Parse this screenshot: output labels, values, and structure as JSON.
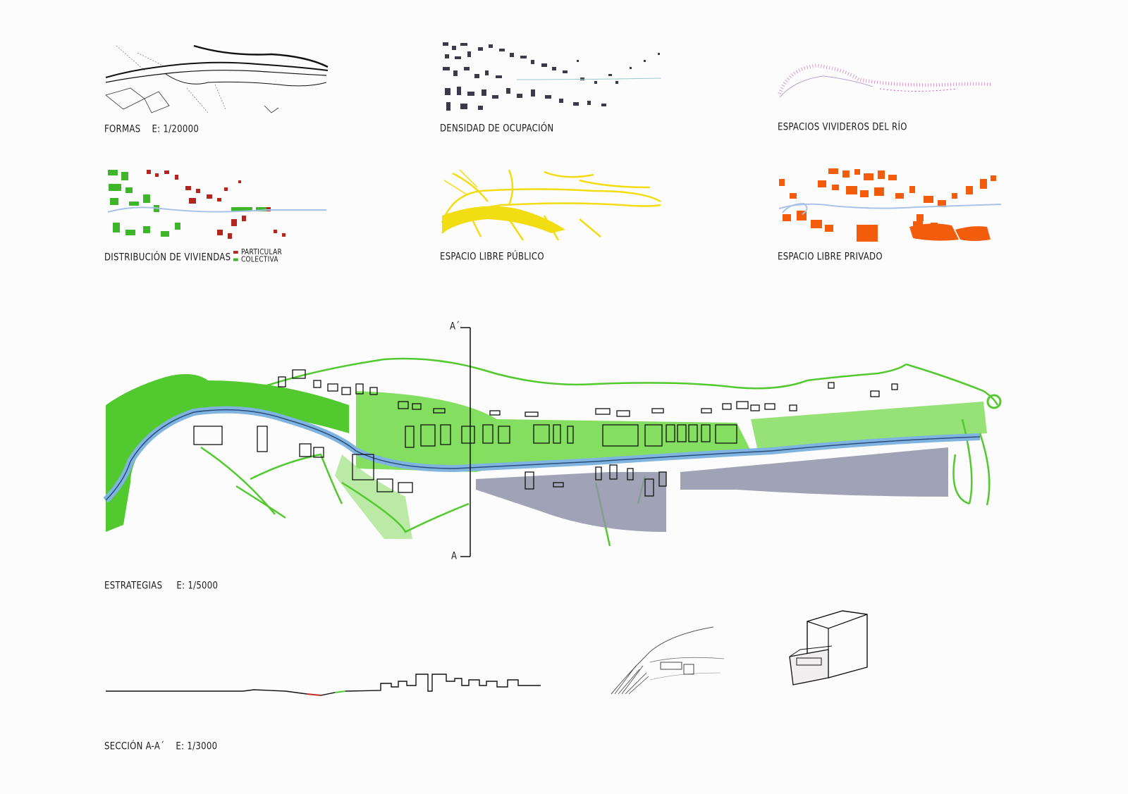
{
  "panels": {
    "formas": {
      "title": "FORMAS",
      "scale": "E: 1/20000"
    },
    "densidad": {
      "title": "DENSIDAD DE OCUPACIÓN"
    },
    "espacios_rio": {
      "title": "ESPACIOS VIVIDEROS DEL RÍO"
    },
    "viviendas": {
      "title": "DISTRIBUCIÓN DE VIVIENDAS",
      "legend": [
        {
          "label": "PARTICULAR",
          "color": "#b3261e"
        },
        {
          "label": "COLECTIVA",
          "color": "#3fb52a"
        }
      ]
    },
    "publico": {
      "title": "ESPACIO LIBRE PÚBLICO"
    },
    "privado": {
      "title": "ESPACIO LIBRE PRIVADO"
    }
  },
  "main_plan": {
    "title": "ESTRATEGIAS",
    "scale": "E: 1/5000",
    "section_top": "A´",
    "section_bottom": "A"
  },
  "section": {
    "title": "SECCIÓN A-A´",
    "scale": "E: 1/3000"
  },
  "colors": {
    "green": "#52c92e",
    "river": "#7fb4e0",
    "yellow": "#f2dc12",
    "orange": "#f25c0a",
    "grey": "#8e93a8",
    "ink": "#1a1a1a"
  },
  "icons": [
    "mountain-sketch-icon",
    "building-sketch-icon"
  ]
}
